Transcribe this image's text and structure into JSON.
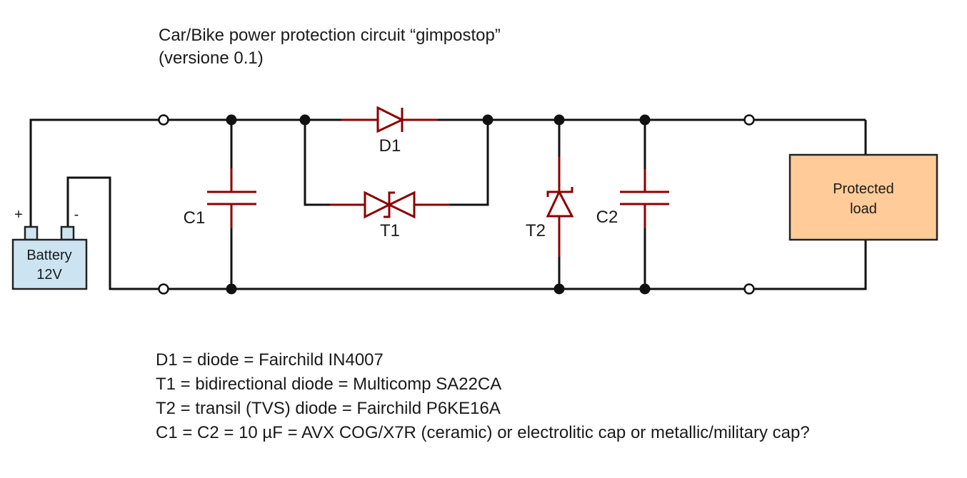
{
  "title": {
    "line1": "Car/Bike power protection circuit “gimpostop”",
    "line2": "(versione 0.1)"
  },
  "components": {
    "battery": {
      "label1": "Battery",
      "label2": "12V",
      "plus": "+",
      "minus": "-"
    },
    "c1": "C1",
    "d1": "D1",
    "t1": "T1",
    "t2": "T2",
    "c2": "C2",
    "load": {
      "line1": "Protected",
      "line2": "load"
    }
  },
  "colors": {
    "wire": "#111111",
    "component": "#8b0000",
    "battery_fill": "#cce4f2",
    "load_fill": "#ffcc99"
  },
  "notes": [
    "D1 = diode = Fairchild IN4007",
    "T1 = bidirectional diode = Multicomp SA22CA",
    "T2 = transil (TVS) diode = Fairchild P6KE16A",
    "C1 = C2 = 10 µF = AVX COG/X7R (ceramic) or electrolitic cap or metallic/military cap?"
  ]
}
